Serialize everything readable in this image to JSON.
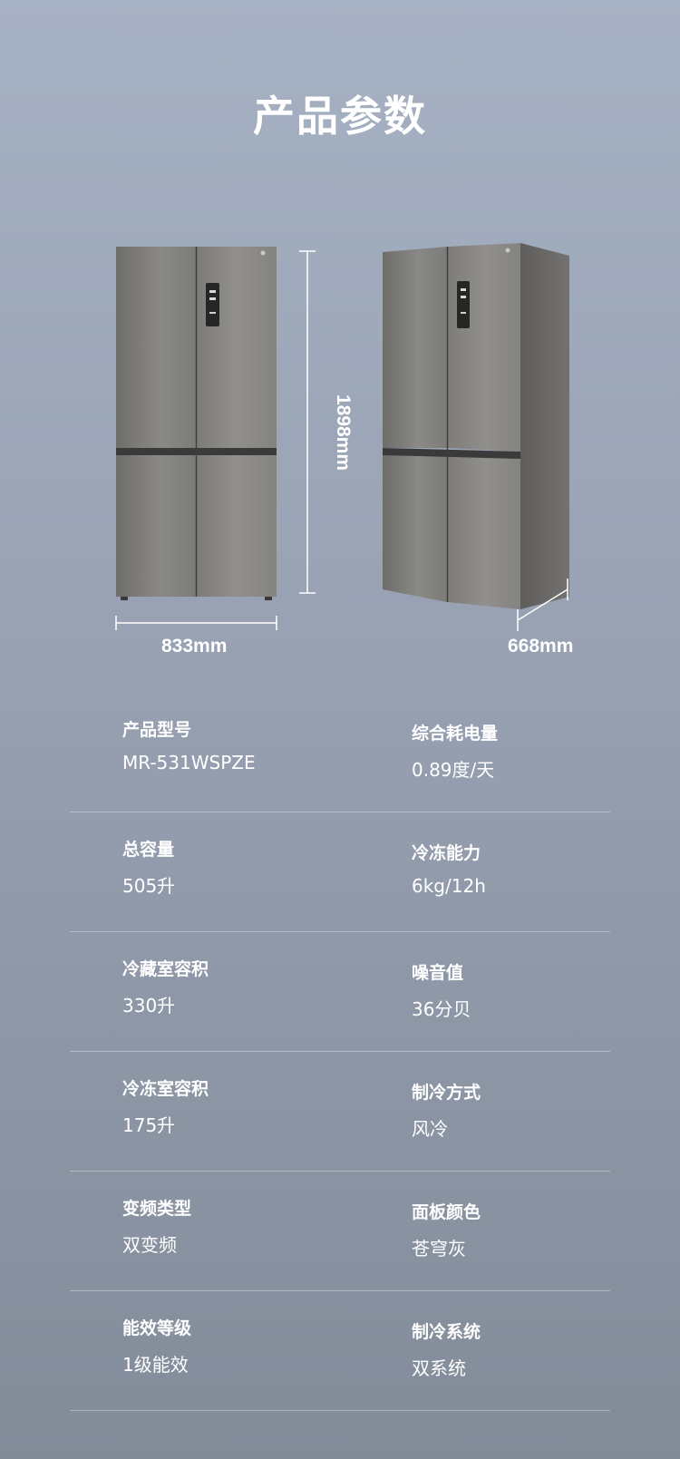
{
  "page": {
    "title": "产品参数"
  },
  "dimensions": {
    "width": "833mm",
    "height": "1898mm",
    "depth": "668mm"
  },
  "specs": [
    {
      "left": {
        "name": "产品型号",
        "value": "MR-531WSPZE"
      },
      "right": {
        "name": "综合耗电量",
        "value": "0.89度/天"
      }
    },
    {
      "left": {
        "name": "总容量",
        "value": "505升"
      },
      "right": {
        "name": "冷冻能力",
        "value": "6kg/12h"
      }
    },
    {
      "left": {
        "name": "冷藏室容积",
        "value": "330升"
      },
      "right": {
        "name": "噪音值",
        "value": "36分贝"
      }
    },
    {
      "left": {
        "name": "冷冻室容积",
        "value": "175升"
      },
      "right": {
        "name": "制冷方式",
        "value": "风冷"
      }
    },
    {
      "left": {
        "name": "变频类型",
        "value": "双变频"
      },
      "right": {
        "name": "面板颜色",
        "value": "苍穹灰"
      }
    },
    {
      "left": {
        "name": "能效等级",
        "value": "1级能效"
      },
      "right": {
        "name": "制冷系统",
        "value": "双系统"
      }
    }
  ]
}
